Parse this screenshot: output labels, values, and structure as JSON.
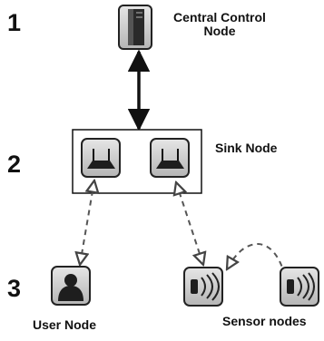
{
  "levels": [
    "1",
    "2",
    "3"
  ],
  "nodes": {
    "central": {
      "label_line1": "Central Control",
      "label_line2": "Node",
      "icon": "server-tower-icon"
    },
    "sink": {
      "label": "Sink Node",
      "icon": "wireless-router-icon"
    },
    "user": {
      "label": "User Node",
      "icon": "person-silhouette-icon"
    },
    "sensors": {
      "label": "Sensor nodes",
      "icon": "sensor-signal-icon"
    }
  },
  "connectors": [
    {
      "from": "central",
      "to": "sink",
      "style": "solid",
      "arrows": "both"
    },
    {
      "from": "sink",
      "to": "user",
      "style": "dashed",
      "arrows": "both"
    },
    {
      "from": "sink",
      "to": "sensors",
      "style": "dashed",
      "arrows": "both"
    },
    {
      "from": "sensors",
      "to": "sensors",
      "style": "dashed",
      "arrows": "single"
    }
  ],
  "colors": {
    "ink": "#111111",
    "icon_fill": "#c9c9c9",
    "icon_dark": "#1e1e1e"
  }
}
